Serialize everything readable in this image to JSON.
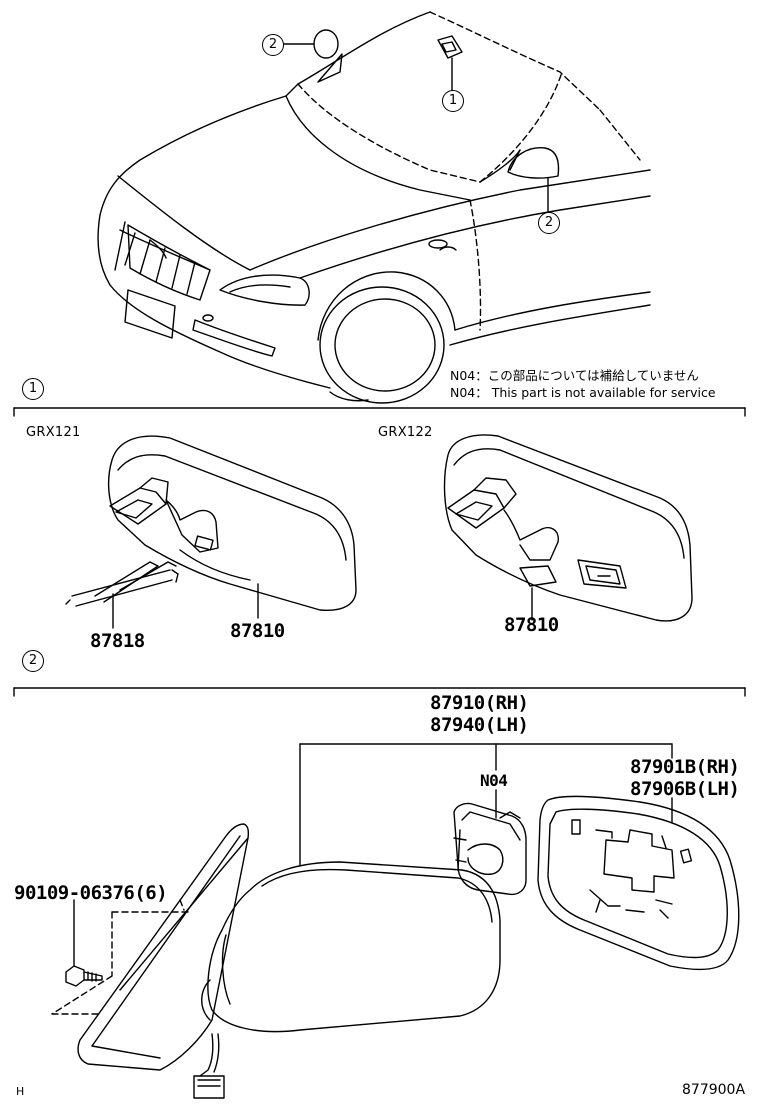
{
  "callouts": {
    "ref1": "1",
    "ref2": "2"
  },
  "notes": {
    "jp": "N04：この部品については補給していません",
    "en": "N04： This part is not available for service"
  },
  "section1": {
    "marker": "1",
    "left_label": "GRX121",
    "right_label": "GRX122",
    "part_87818": "87818",
    "part_87810_left": "87810",
    "part_87810_right": "87810"
  },
  "section2": {
    "marker": "2",
    "assy_rh": "87910(RH)",
    "assy_lh": "87940(LH)",
    "n04": "N04",
    "glass_rh": "87901B(RH)",
    "glass_lh": "87906B(LH)",
    "bolt": "90109-06376(6)"
  },
  "footer": {
    "left": "H",
    "right": "877900A"
  }
}
